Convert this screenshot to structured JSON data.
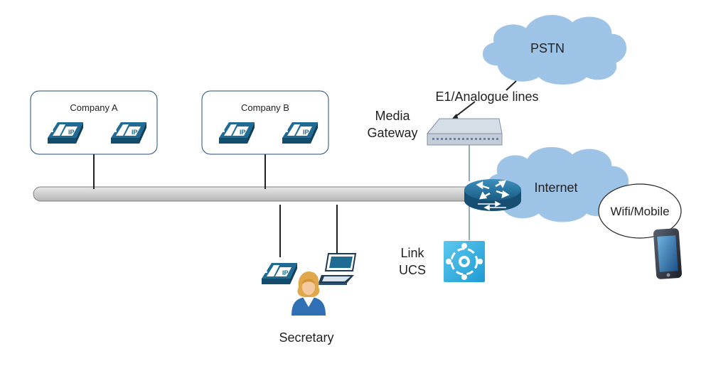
{
  "companies": [
    {
      "label": "Company A"
    },
    {
      "label": "Company B"
    }
  ],
  "clouds": {
    "pstn": {
      "label": "PSTN"
    },
    "internet": {
      "label": "Internet"
    }
  },
  "media_gateway": {
    "label_line1": "Media",
    "label_line2": "Gateway"
  },
  "lines_label": "E1/Analogue lines",
  "link_ucs": {
    "label_line1": "Link",
    "label_line2": "UCS"
  },
  "mobile": {
    "label": "Wifi/Mobile"
  },
  "secretary": {
    "label": "Secretary"
  },
  "colors": {
    "cloud": "#9dc3e6",
    "cisco_blue": "#1f6b94",
    "backbone": "#cccccc",
    "ucs": "#36b0e0"
  },
  "icons": [
    "ip-phone-icon",
    "router-icon",
    "media-gateway-icon",
    "ucs-icon",
    "laptop-icon",
    "person-icon",
    "smartphone-icon"
  ]
}
